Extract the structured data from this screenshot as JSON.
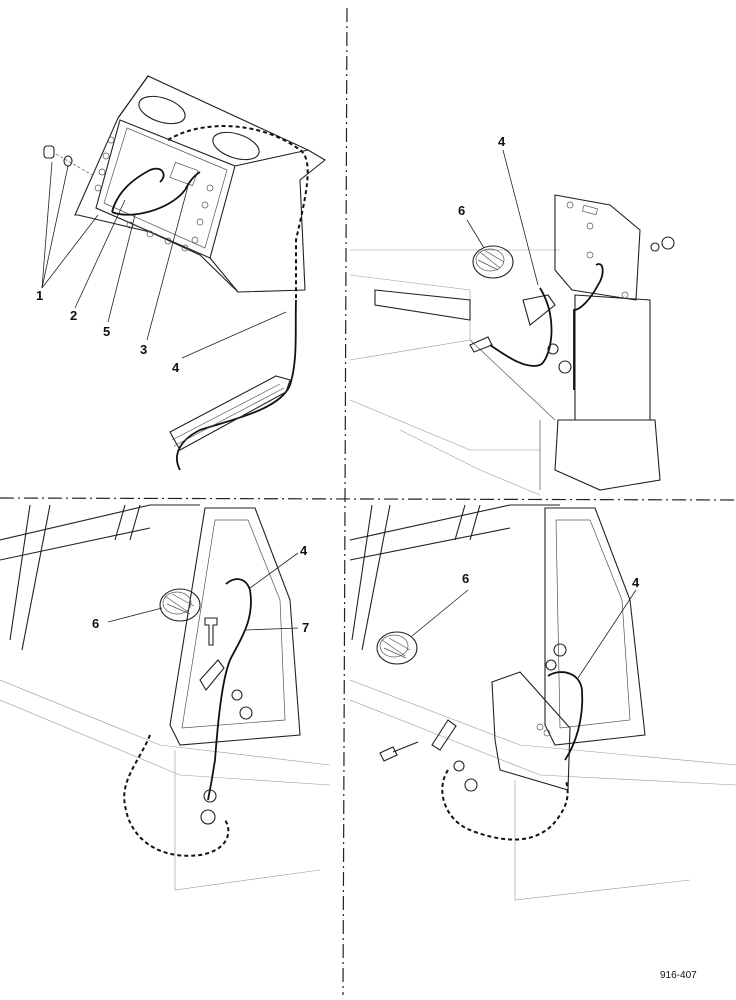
{
  "labels": {
    "p1": "1",
    "p2": "2",
    "p3": "3",
    "p4": "4",
    "p5": "5",
    "p6": "6",
    "p7": "7"
  },
  "figure_code": "916-407"
}
